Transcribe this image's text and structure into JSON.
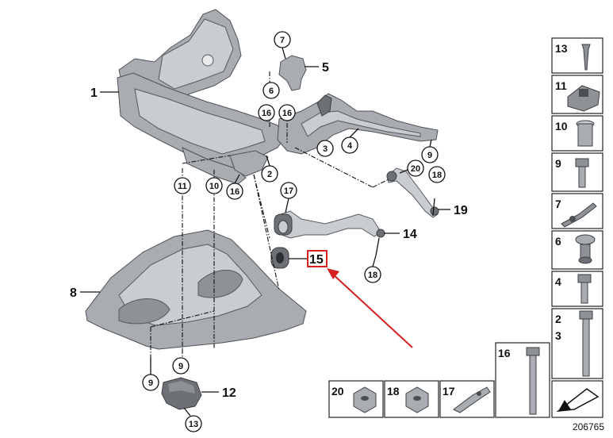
{
  "diagram": {
    "reference_number": "206765",
    "callouts_plain": {
      "c1": "1",
      "c5": "5",
      "c8": "8",
      "c12": "12",
      "c14": "14",
      "c15": "15",
      "c19": "19"
    },
    "callouts_circled": {
      "c7": "7",
      "c6": "6",
      "c16a": "16",
      "c16b": "16",
      "c16c": "16",
      "c3": "3",
      "c4": "4",
      "c2": "2",
      "c9a": "9",
      "c9b": "9",
      "c9c": "9",
      "c20": "20",
      "c18a": "18",
      "c18b": "18",
      "c17": "17",
      "c11": "11",
      "c10": "10",
      "c13": "13"
    },
    "legend_column": [
      "13",
      "11",
      "10",
      "9",
      "7",
      "6",
      "4",
      "2",
      "3"
    ],
    "bottom_row": [
      "20",
      "18",
      "17",
      "16"
    ],
    "highlight": {
      "label": "15",
      "color": "#d42020"
    },
    "colors": {
      "part": "#a9adb2",
      "outline": "#4e5257",
      "arrow": "#d42020"
    }
  }
}
